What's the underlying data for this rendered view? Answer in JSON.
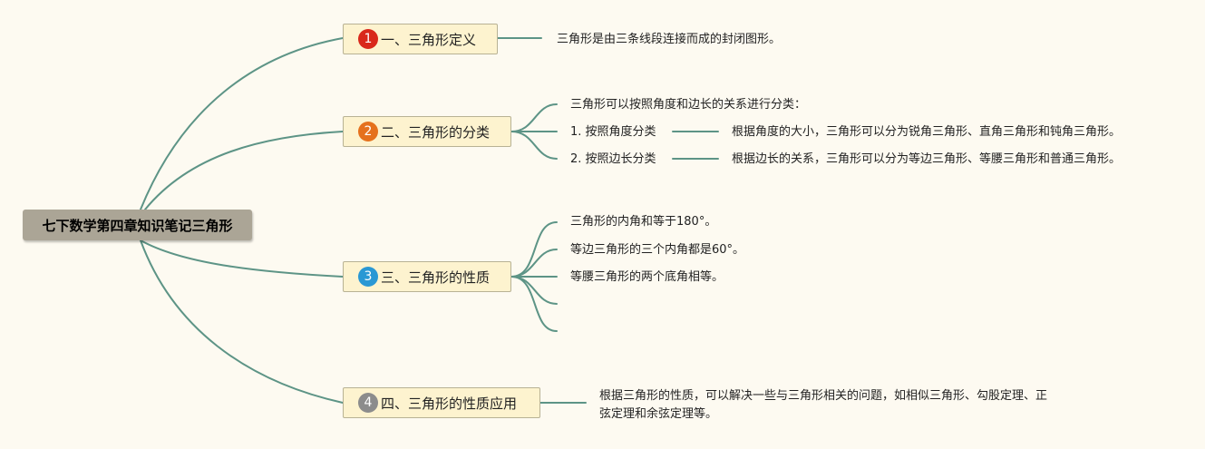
{
  "root": {
    "label": "七下数学第四章知识笔记三角形"
  },
  "colors": {
    "background": "#fdfaf1",
    "link": "#5d9486",
    "topic_fill": "#fdf3cf",
    "root_fill": "#aba596"
  },
  "topics": [
    {
      "number": "1",
      "badge_color": "#d9281b",
      "label": "一、三角形定义",
      "details": [
        "三角形是由三条线段连接而成的封闭图形。"
      ]
    },
    {
      "number": "2",
      "badge_color": "#e5711d",
      "label": "二、三角形的分类",
      "intro": "三角形可以按照角度和边长的关系进行分类：",
      "subs": [
        {
          "label": "1. 按照角度分类",
          "detail": "根据角度的大小，三角形可以分为锐角三角形、直角三角形和钝角三角形。"
        },
        {
          "label": "2. 按照边长分类",
          "detail": "根据边长的关系，三角形可以分为等边三角形、等腰三角形和普通三角形。"
        }
      ]
    },
    {
      "number": "3",
      "badge_color": "#2a98d4",
      "label": "三、三角形的性质",
      "details": [
        "三角形的内角和等于180°。",
        "等边三角形的三个内角都是60°。",
        "等腰三角形的两个底角相等。",
        "",
        ""
      ]
    },
    {
      "number": "4",
      "badge_color": "#8c8c8c",
      "label": "四、三角形的性质应用",
      "details": [
        "根据三角形的性质，可以解决一些与三角形相关的问题，如相似三角形、勾股定理、正弦定理和余弦定理等。"
      ]
    }
  ]
}
